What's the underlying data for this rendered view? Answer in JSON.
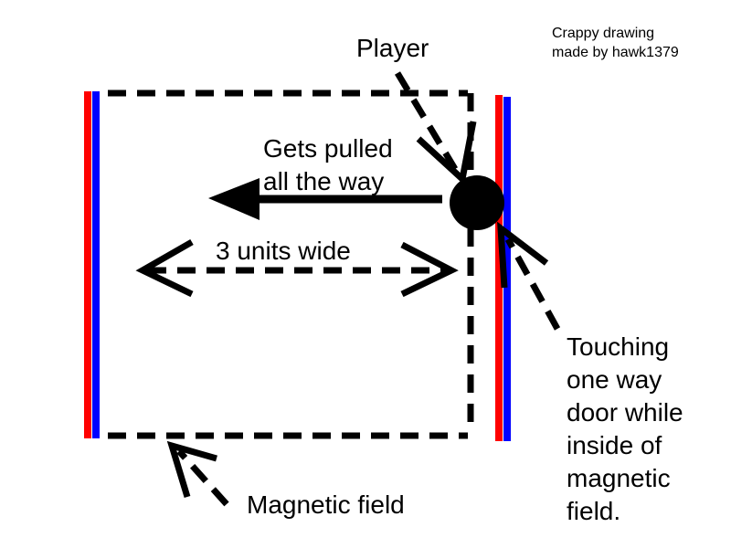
{
  "credit": {
    "line1": "Crappy drawing",
    "line2": "made by hawk1379"
  },
  "labels": {
    "player": "Player",
    "pulled_line1": "Gets pulled",
    "pulled_line2": "all the way",
    "width": "3 units wide",
    "magnetic_field": "Magnetic field",
    "touching_lines": [
      "Touching",
      "one way",
      "door while",
      "inside of",
      "magnetic",
      "field."
    ]
  },
  "colors": {
    "ink": "#000000",
    "door_red": "#ff0000",
    "door_blue": "#0000ff",
    "background": "#ffffff"
  }
}
